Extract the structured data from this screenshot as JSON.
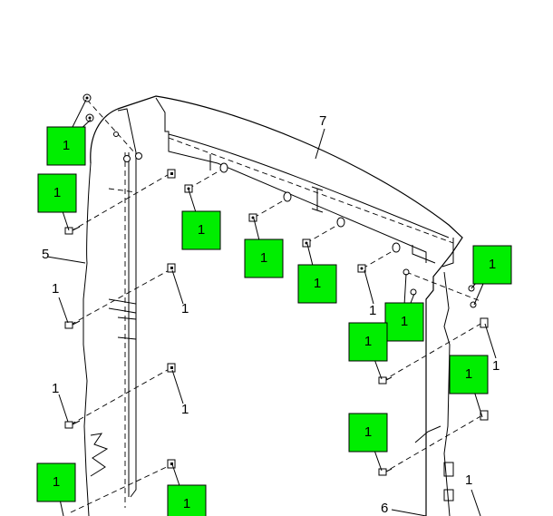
{
  "callouts": {
    "part_one": "1",
    "part_five": "5",
    "part_six": "6",
    "part_seven": "7"
  },
  "colors": {
    "highlight": "#00ee00",
    "line": "#000000",
    "background": "#ffffff"
  }
}
